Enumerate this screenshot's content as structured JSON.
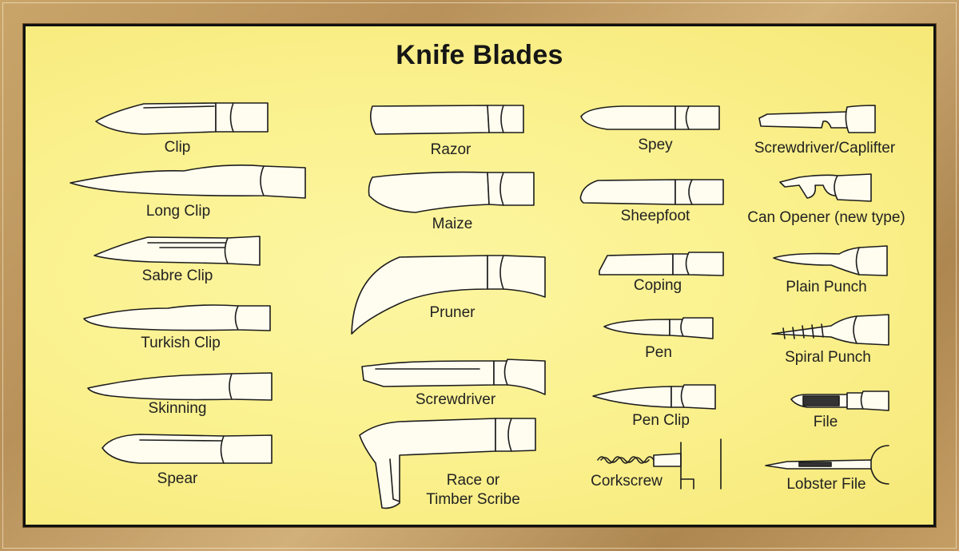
{
  "title": "Knife Blades",
  "blades": {
    "clip": "Clip",
    "long_clip": "Long Clip",
    "sabre_clip": "Sabre Clip",
    "turkish_clip": "Turkish Clip",
    "skinning": "Skinning",
    "spear": "Spear",
    "razor": "Razor",
    "maize": "Maize",
    "pruner": "Pruner",
    "screwdriver": "Screwdriver",
    "race_line1": "Race or",
    "race_line2": "Timber Scribe",
    "spey": "Spey",
    "sheepfoot": "Sheepfoot",
    "coping": "Coping",
    "pen": "Pen",
    "pen_clip": "Pen Clip",
    "corkscrew": "Corkscrew",
    "screwdriver_caplifter": "Screwdriver/Caplifter",
    "can_opener": "Can Opener (new type)",
    "plain_punch": "Plain Punch",
    "spiral_punch": "Spiral Punch",
    "file": "File",
    "lobster_file": "Lobster File"
  },
  "colors": {
    "background": "#faf08c",
    "frame": "#c09a60",
    "ink": "#1c1c1c"
  }
}
